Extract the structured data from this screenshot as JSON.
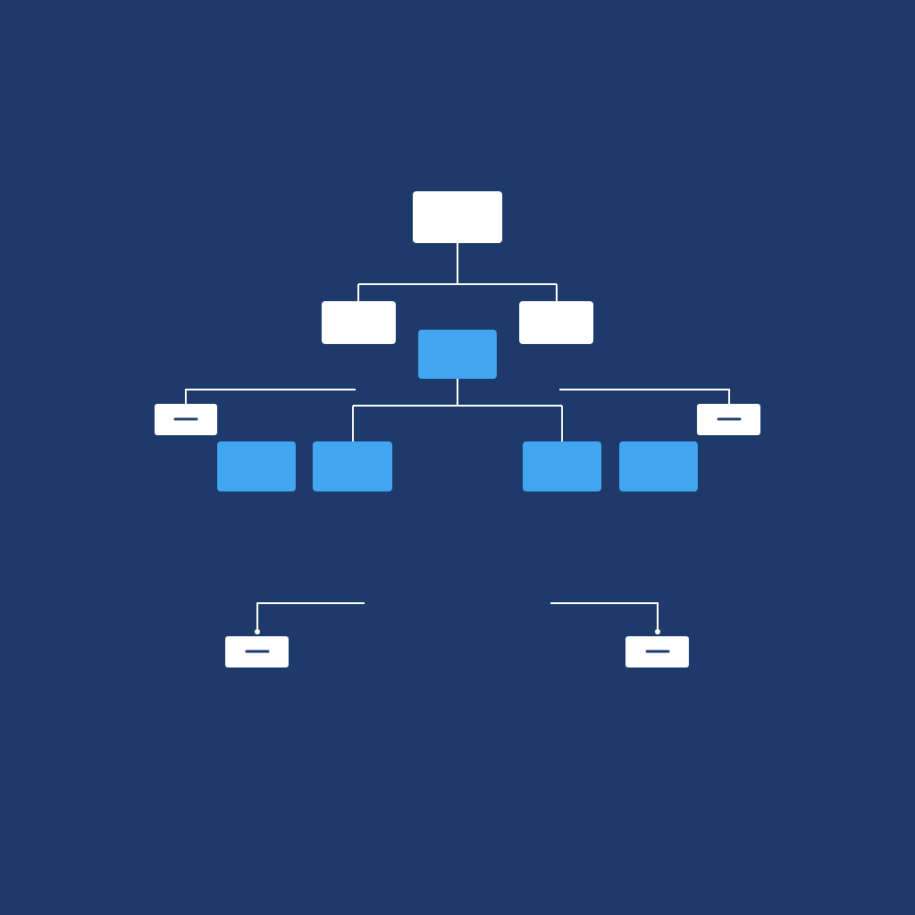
{
  "diagram": {
    "type": "hierarchy",
    "colors": {
      "background": "#1e3a6b",
      "node_primary": "#ffffff",
      "node_accent": "#42a5f2",
      "connector": "#ffffff"
    },
    "nodes": [
      {
        "id": "root",
        "label": "",
        "style": "white"
      },
      {
        "id": "level2-left",
        "label": "",
        "style": "white",
        "parent": "root"
      },
      {
        "id": "level2-right",
        "label": "",
        "style": "white",
        "parent": "root"
      },
      {
        "id": "hub",
        "label": "",
        "style": "blue"
      },
      {
        "id": "child-1",
        "label": "",
        "style": "blue"
      },
      {
        "id": "child-2",
        "label": "",
        "style": "blue",
        "parent": "hub"
      },
      {
        "id": "child-3",
        "label": "",
        "style": "blue",
        "parent": "hub"
      },
      {
        "id": "child-4",
        "label": "",
        "style": "blue"
      },
      {
        "id": "side-left",
        "label": "",
        "style": "white-minus"
      },
      {
        "id": "side-right",
        "label": "",
        "style": "white-minus"
      },
      {
        "id": "bottom-left",
        "label": "",
        "style": "white-minus"
      },
      {
        "id": "bottom-right",
        "label": "",
        "style": "white-minus"
      }
    ]
  }
}
